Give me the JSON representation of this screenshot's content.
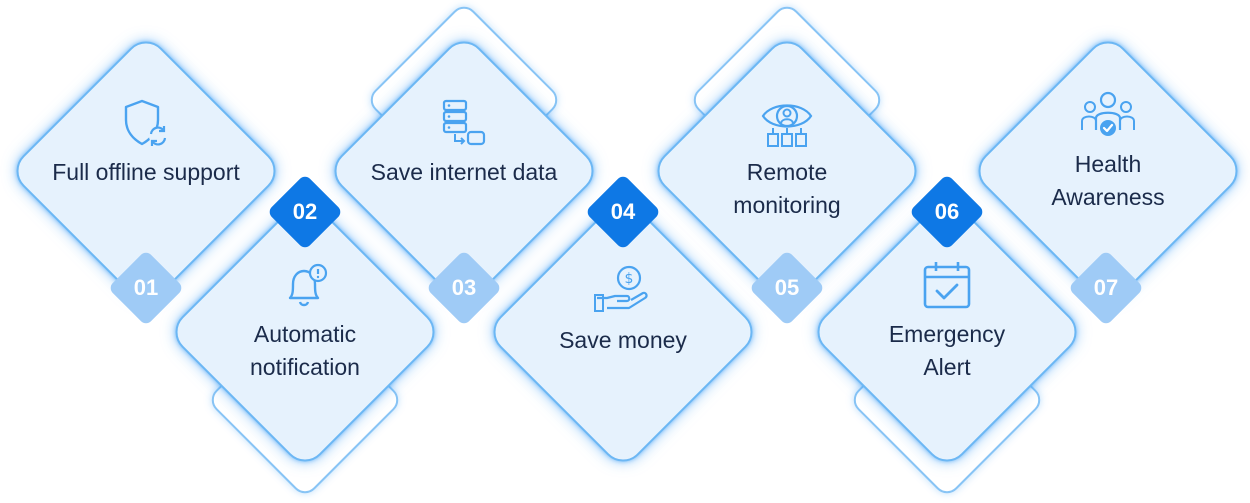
{
  "colors": {
    "card_fill": "#e6f2fd",
    "card_border": "#6cb7f4",
    "badge_light": "#9fcbf6",
    "badge_dark": "#0e78e5",
    "icon": "#4aa3f0",
    "text": "#1b2b4a"
  },
  "features": [
    {
      "number": "01",
      "label": "Full offline support",
      "icon": "shield-sync-icon",
      "badge": "light"
    },
    {
      "number": "02",
      "label": "Automatic\nnotification",
      "icon": "bell-alert-icon",
      "badge": "dark"
    },
    {
      "number": "03",
      "label": "Save internet data",
      "icon": "server-storage-icon",
      "badge": "light"
    },
    {
      "number": "04",
      "label": "Save money",
      "icon": "hand-coin-icon",
      "badge": "dark"
    },
    {
      "number": "05",
      "label": "Remote\nmonitoring",
      "icon": "monitoring-eye-icon",
      "badge": "light"
    },
    {
      "number": "06",
      "label": "Emergency\nAlert",
      "icon": "calendar-check-icon",
      "badge": "dark"
    },
    {
      "number": "07",
      "label": "Health\nAwareness",
      "icon": "people-check-icon",
      "badge": "light"
    }
  ]
}
